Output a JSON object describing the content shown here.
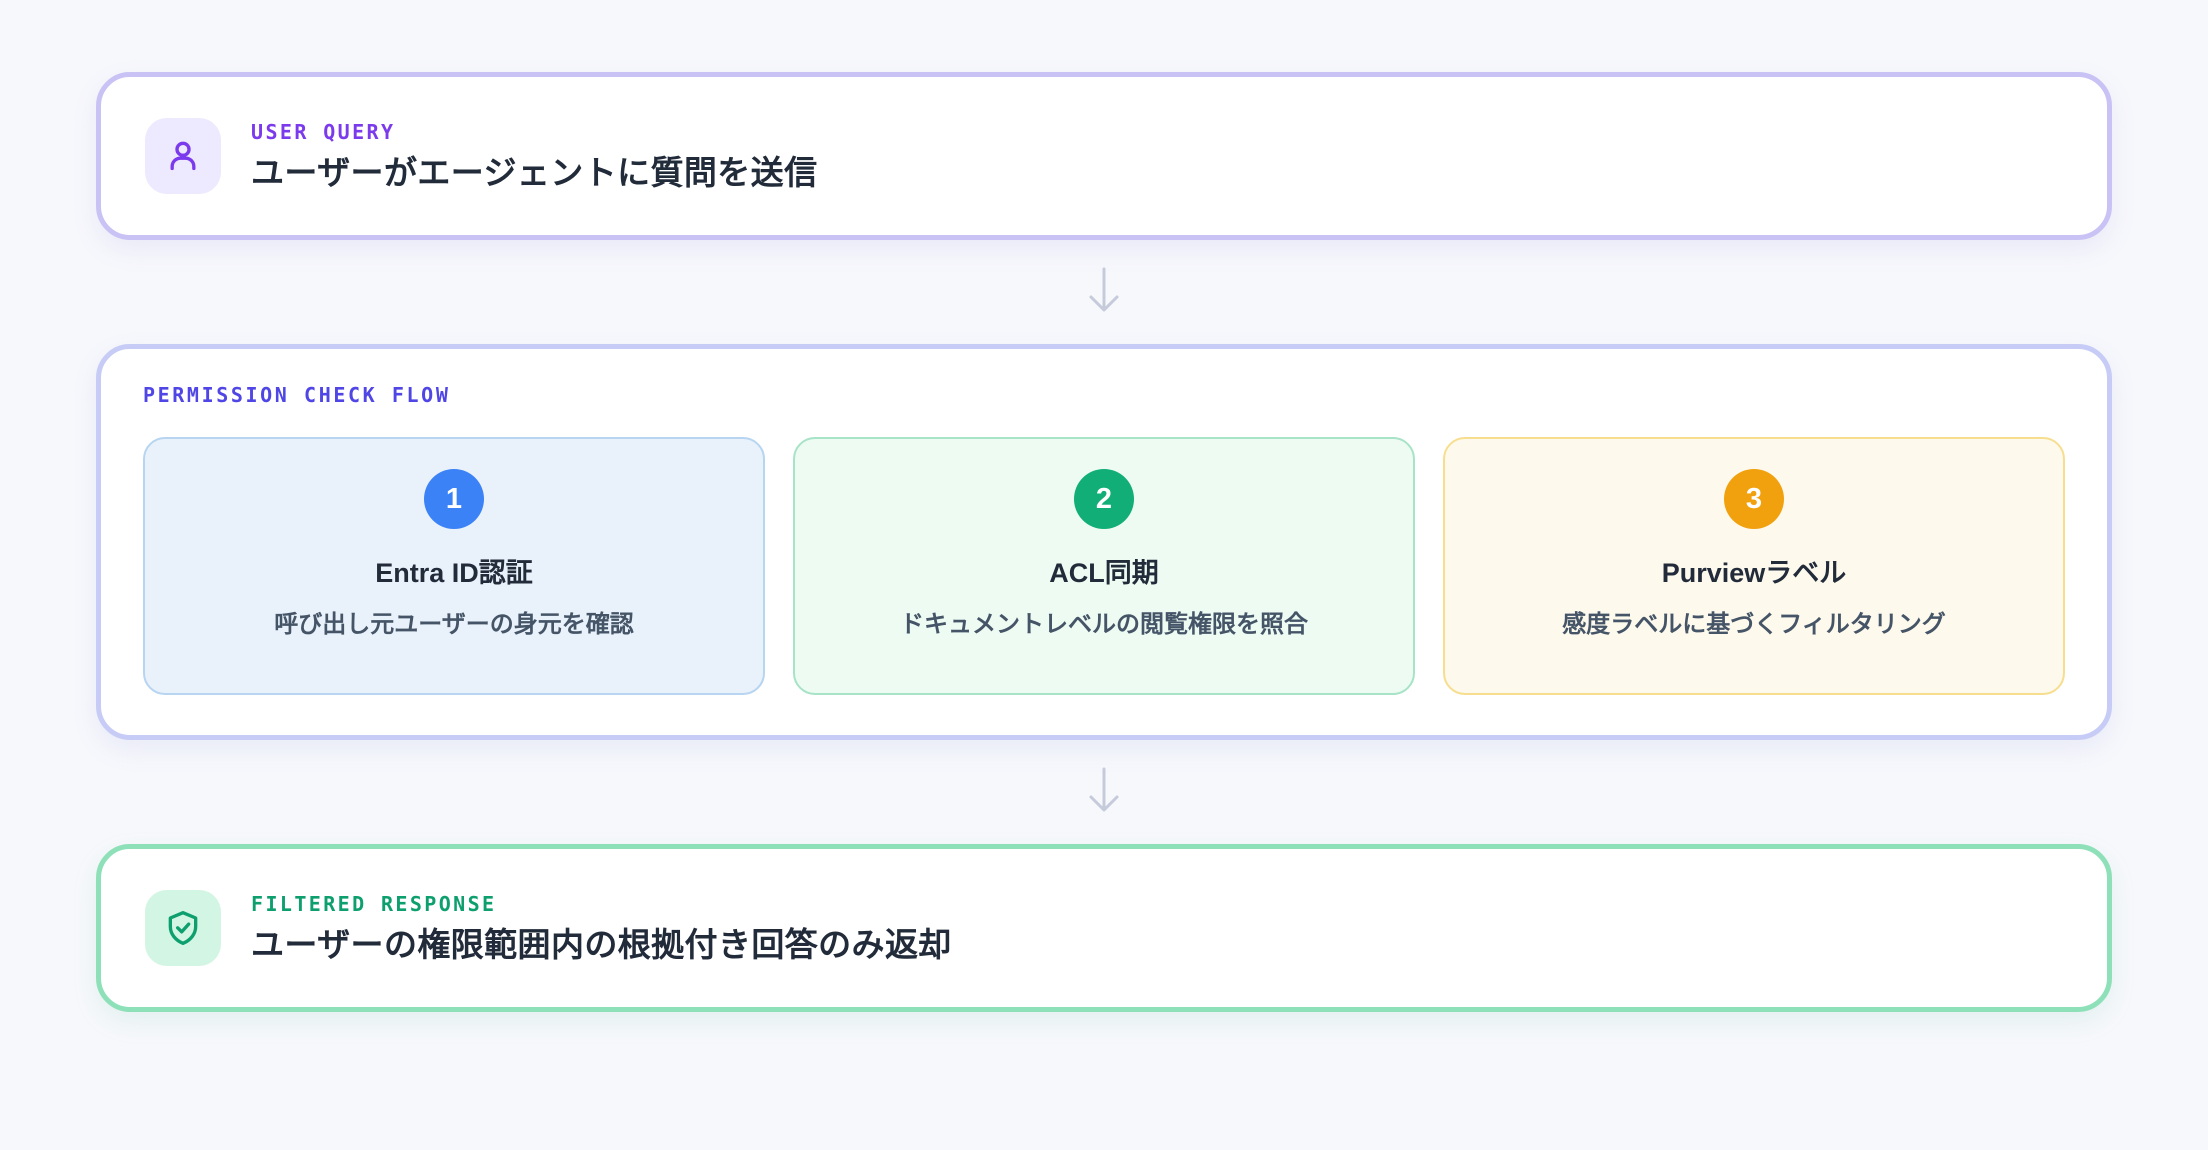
{
  "theme": {
    "background": "#F7F8FC",
    "heading_color": "#222B3A",
    "body_color": "#455567",
    "purple_accent": "#7C3AED",
    "indigo_accent": "#4F46E5",
    "green_accent": "#0E9F6E",
    "blue_step": "#3B82F6",
    "green_step": "#12AE77",
    "amber_step": "#F2A10E"
  },
  "top_card": {
    "icon": "user-icon",
    "eyebrow": "USER QUERY",
    "title": "ユーザーがエージェントに質問を送信"
  },
  "connector_top": {
    "icon": "arrow-down-icon"
  },
  "flow_panel": {
    "eyebrow": "PERMISSION CHECK FLOW",
    "steps": [
      {
        "number": "1",
        "title": "Entra ID認証",
        "description": "呼び出し元ユーザーの身元を確認",
        "accent": "#3B82F6"
      },
      {
        "number": "2",
        "title": "ACL同期",
        "description": "ドキュメントレベルの閲覧権限を照合",
        "accent": "#12AE77"
      },
      {
        "number": "3",
        "title": "Purviewラベル",
        "description": "感度ラベルに基づくフィルタリング",
        "accent": "#F2A10E"
      }
    ]
  },
  "connector_bottom": {
    "icon": "arrow-down-icon"
  },
  "bottom_card": {
    "icon": "shield-check-icon",
    "eyebrow": "FILTERED RESPONSE",
    "title": "ユーザーの権限範囲内の根拠付き回答のみ返却"
  }
}
